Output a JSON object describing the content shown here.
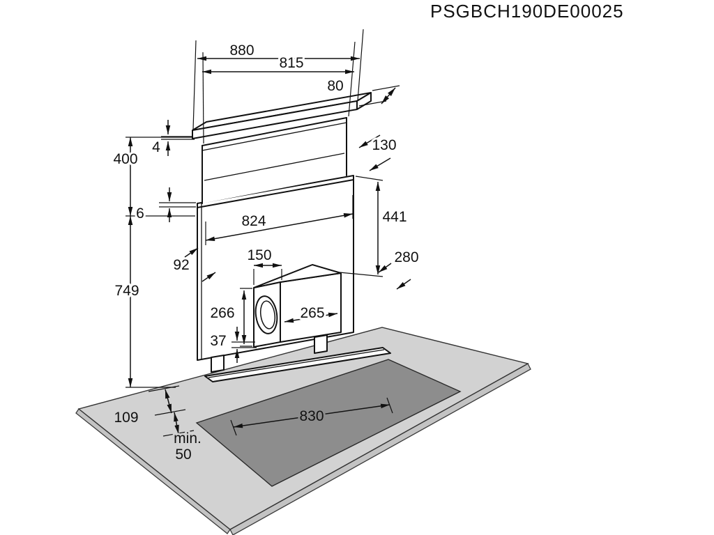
{
  "diagram": {
    "product_code": "PSGBCH190DE00025",
    "dims": {
      "d880": "880",
      "d815": "815",
      "d80": "80",
      "d4": "4",
      "d400": "400",
      "d130": "130",
      "d6": "6",
      "d824": "824",
      "d441": "441",
      "d92": "92",
      "d150": "150",
      "d280": "280",
      "d749": "749",
      "d266": "266",
      "d265": "265",
      "d37": "37",
      "d109": "109",
      "dmin_label": "min.",
      "dmin_value": "50",
      "d830": "830"
    },
    "colors": {
      "worktop": "#d2d2d2",
      "worktop_edge": "#c3c3c3",
      "hob": "#8d8d8d",
      "line": "#111111"
    }
  }
}
